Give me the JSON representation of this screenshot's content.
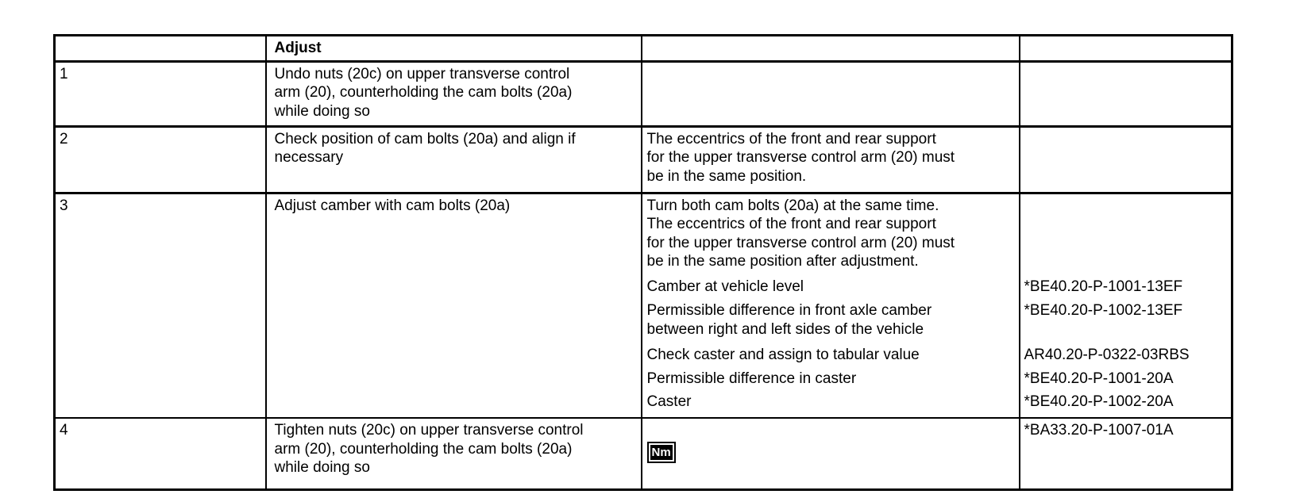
{
  "doc": {
    "type": "service-procedure-table",
    "text_color": "#000000",
    "border_color": "#000000",
    "background_color": "#ffffff"
  },
  "table": {
    "header": {
      "col1": "",
      "col2": "Adjust",
      "col3": "",
      "col4": ""
    },
    "rows": [
      {
        "num": "1",
        "instruction": "Undo nuts (20c) on upper transverse control\narm (20), counterholding the cam bolts (20a)\nwhile doing so",
        "detail": "",
        "code": ""
      },
      {
        "num": "2",
        "instruction": "Check position of cam bolts (20a) and align if\nnecessary",
        "detail": "The eccentrics of the front and rear support\nfor the upper transverse control arm (20) must\nbe in the same position.",
        "code": ""
      },
      {
        "num": "3",
        "instruction": "Adjust camber with cam bolts (20a)",
        "details": [
          {
            "text": "Turn both cam bolts (20a) at the same time.\nThe eccentrics of the front and rear support\nfor the upper transverse control arm (20) must\nbe in the same position after adjustment.",
            "code": ""
          },
          {
            "text": "Camber at vehicle level",
            "code": "*BE40.20-P-1001-13EF"
          },
          {
            "text": "Permissible difference in front axle camber\nbetween right and left sides of the vehicle",
            "code": "*BE40.20-P-1002-13EF"
          },
          {
            "text": "Check caster and assign to tabular value",
            "code": "AR40.20-P-0322-03RBS"
          },
          {
            "text": "Permissible difference in caster",
            "code": "*BE40.20-P-1001-20A"
          },
          {
            "text": "Caster",
            "code": "*BE40.20-P-1002-20A"
          }
        ]
      },
      {
        "num": "4",
        "instruction": "Tighten nuts (20c) on upper transverse control\narm (20), counterholding the cam bolts (20a)\nwhile doing so",
        "nm_icon_label": "Nm",
        "code": "*BA33.20-P-1007-01A"
      }
    ]
  }
}
